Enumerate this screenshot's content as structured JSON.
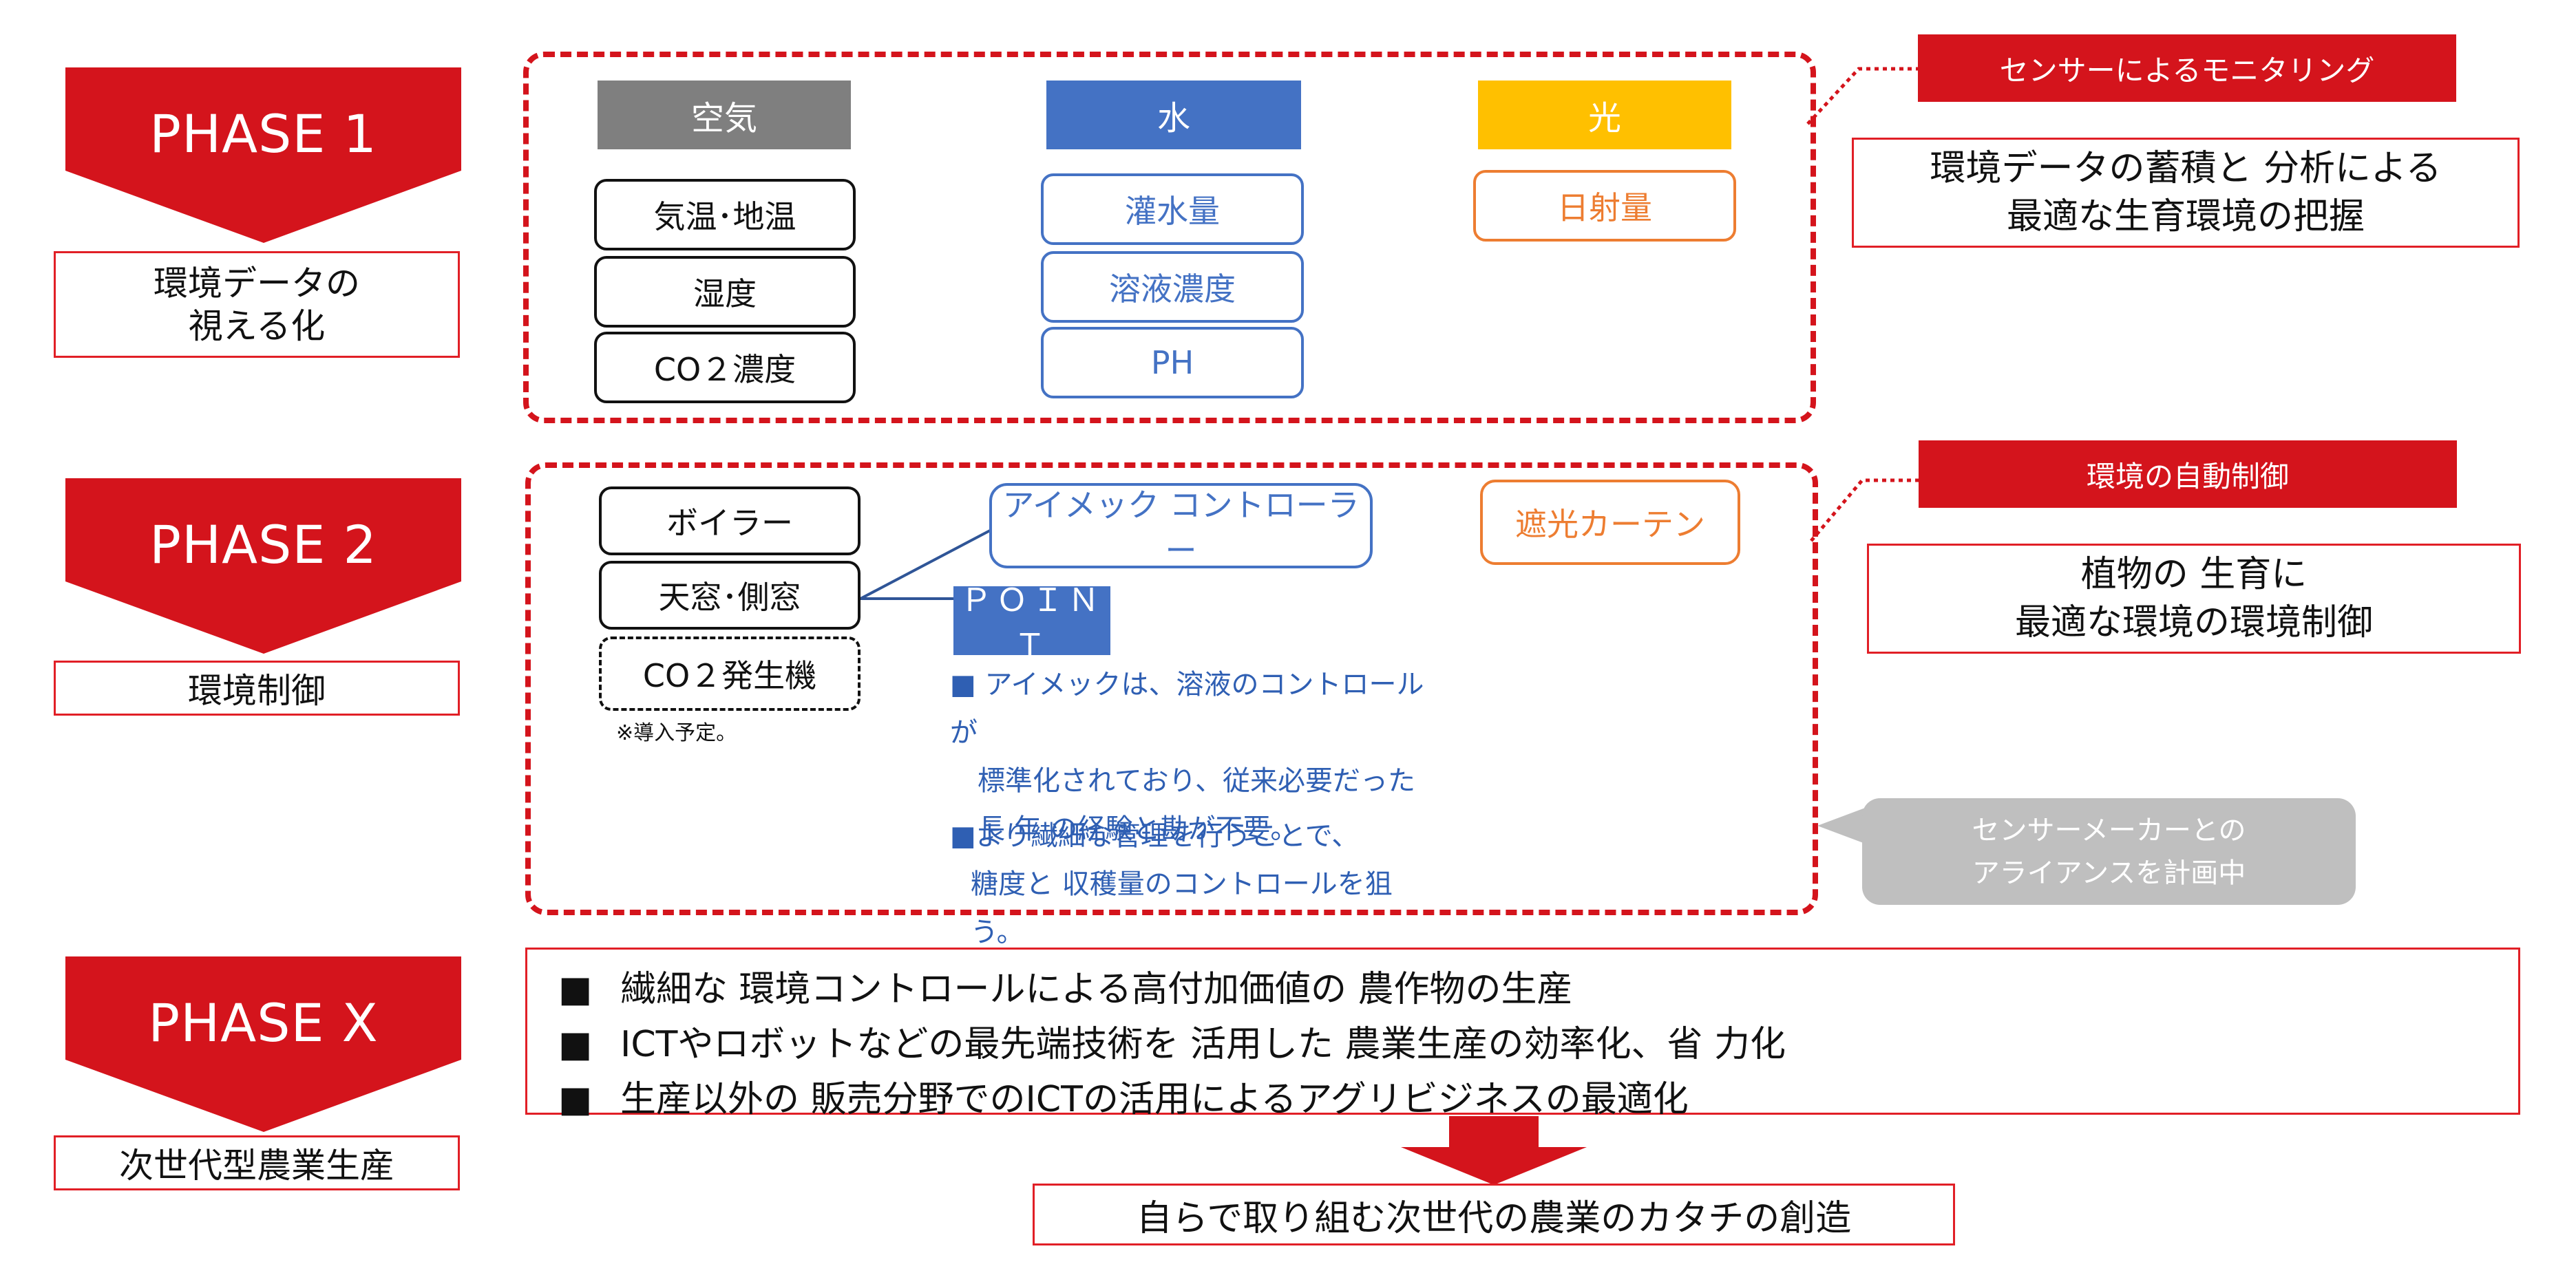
{
  "phases": [
    {
      "title": "PHASE 1",
      "label_lines": [
        "環境データの",
        "視える化"
      ]
    },
    {
      "title": "PHASE 2",
      "label_lines": [
        "環境制御"
      ]
    },
    {
      "title": "PHASE X",
      "label_lines": [
        "次世代型農業生産"
      ]
    }
  ],
  "phase1": {
    "categories": [
      {
        "name": "空気",
        "color": "#7f7f7f",
        "items": [
          "気温･地温",
          "湿度",
          "CO２濃度"
        ]
      },
      {
        "name": "水",
        "color": "#4472c4",
        "items": [
          "灌水量",
          "溶液濃度",
          "PH"
        ]
      },
      {
        "name": "光",
        "color": "#ffc000",
        "items": [
          "日射量"
        ]
      }
    ],
    "tag": "センサーによるモニタリング",
    "result_lines": [
      "環境データの蓄積と 分析による",
      "最適な生育環境の把握"
    ]
  },
  "phase2": {
    "devices": [
      "ボイラー",
      "天窓･側窓"
    ],
    "planned_device": "CO２発生機",
    "planned_note": "※導入予定。",
    "controller": "アイメック コントローラー",
    "curtain": "遮光カーテン",
    "point_label": "ＰＯＩＮＴ",
    "point_lines_1": [
      "■ アイメックは、溶液のコントロールが",
      "標準化されており、従来必要だった",
      "長 年 の経験と勘が不要。"
    ],
    "point_lines_2": [
      "■より繊細な管理を行うことで、",
      "糖度と 収穫量のコントロールを狙う。"
    ],
    "tag": "環境の自動制御",
    "result_lines": [
      "植物の 生育に",
      "最適な環境の環境制御"
    ],
    "bubble_lines": [
      "センサーメーカーとの",
      "アライアンスを計画中"
    ]
  },
  "phasex": {
    "bullets": [
      "繊細な 環境コントロールによる高付加価値の 農作物の生産",
      "ICTやロボットなどの最先端技術を 活用した 農業生産の効率化、省 力化",
      "生産以外の 販売分野でのICTの活用によるアグリビジネスの最適化"
    ],
    "bullet_marker": "■",
    "conclusion": "自らで取り組む次世代の農業のカタチの創造"
  },
  "colors": {
    "red": "#d4141c",
    "blue": "#4472c4",
    "orange": "#ed7d31",
    "gray": "#bfbfbf"
  }
}
